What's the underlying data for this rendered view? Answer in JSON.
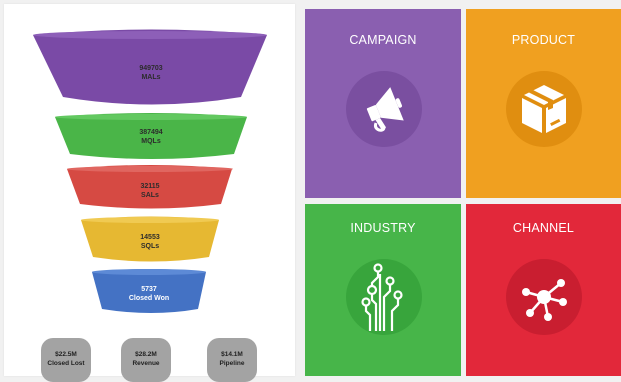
{
  "funnel": {
    "stages": [
      {
        "value": "949703",
        "label": "MALs",
        "color": "#7a4aa6"
      },
      {
        "value": "387494",
        "label": "MQLs",
        "color": "#4ab548"
      },
      {
        "value": "32115",
        "label": "SALs",
        "color": "#d64a43"
      },
      {
        "value": "14553",
        "label": "SQLs",
        "color": "#e6b832"
      },
      {
        "value": "5737",
        "label": "Closed Won",
        "color": "#4472c4"
      }
    ]
  },
  "metrics": [
    {
      "value": "$22.5M",
      "label": "Closed Lost"
    },
    {
      "value": "$28.2M",
      "label": "Revenue"
    },
    {
      "value": "$14.1M",
      "label": "Pipeline"
    }
  ],
  "tiles": [
    {
      "label": "CAMPAIGN",
      "color": "#8a5fb0",
      "circle": "#7a4fa0",
      "icon": "megaphone-icon"
    },
    {
      "label": "PRODUCT",
      "color": "#f0a020",
      "circle": "#e08e10",
      "icon": "box-icon"
    },
    {
      "label": "INDUSTRY",
      "color": "#47b549",
      "circle": "#38a53c",
      "icon": "circuit-icon"
    },
    {
      "label": "CHANNEL",
      "color": "#e2283a",
      "circle": "#c91e30",
      "icon": "network-icon"
    }
  ]
}
